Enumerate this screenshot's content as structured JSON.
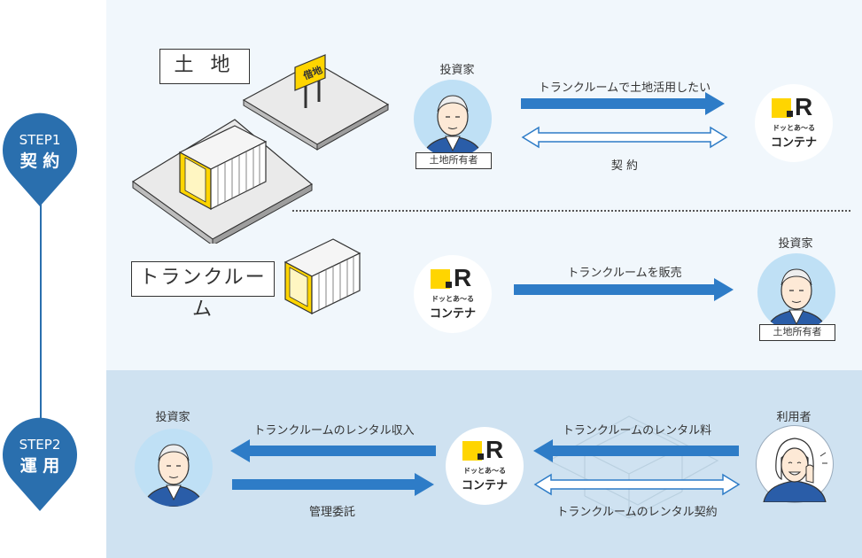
{
  "colors": {
    "arrow": "#2e7cc7",
    "panel_top": "#f1f7fc",
    "panel_bottom": "#cfe2f1",
    "step": "#2a6fae",
    "logo_yellow": "#ffd500"
  },
  "steps": [
    {
      "name": "STEP1",
      "label": "契 約"
    },
    {
      "name": "STEP2",
      "label": "運 用"
    }
  ],
  "step1": {
    "land_box": "土 地",
    "sign": "借地",
    "investor_title": "投資家",
    "owner_tag": "土地所有者",
    "arrow_land_use": "トランクルームで土地活用したい",
    "contract": "契 約",
    "trunk_box": "トランクルーム",
    "arrow_sell": "トランクルームを販売",
    "investor2_title": "投資家",
    "owner_tag2": "土地所有者"
  },
  "step2": {
    "investor_title": "投資家",
    "arrow_income": "トランクルームのレンタル収入",
    "arrow_management": "管理委託",
    "arrow_fee": "トランクルームのレンタル料",
    "arrow_rental_contract": "トランクルームのレンタル契約",
    "user_title": "利用者"
  },
  "logo": {
    "mark": "R",
    "tagline": "ドッとあ〜る",
    "brand": "コンテナ"
  },
  "icons": [
    "investor-icon",
    "user-icon",
    "container-icon",
    "signboard-icon"
  ]
}
